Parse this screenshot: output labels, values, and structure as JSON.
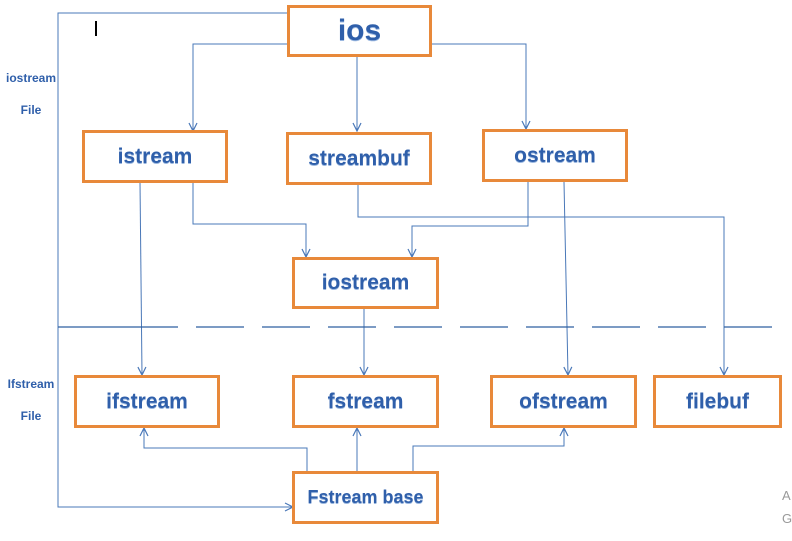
{
  "boxes": {
    "ios": "ios",
    "istream": "istream",
    "streambuf": "streambuf",
    "ostream": "ostream",
    "iostream": "iostream",
    "ifstream": "ifstream",
    "fstream": "fstream",
    "ofstream": "ofstream",
    "filebuf": "filebuf",
    "fstreambase": "Fstream base"
  },
  "side_labels": {
    "iostream_line1": "iostream",
    "iostream_line2": "File",
    "fstream_line1": "Ifstream",
    "fstream_line2": "File"
  },
  "corner_text": {
    "line1": "A",
    "line2": "G"
  },
  "colors": {
    "box_border": "#e8893a",
    "text": "#2f5faa",
    "arrow": "#4a78b8",
    "divider": "#2e5fa0"
  }
}
